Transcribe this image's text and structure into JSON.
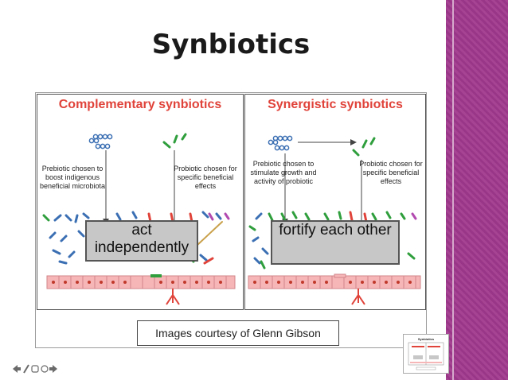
{
  "slide": {
    "title": "Synbiotics",
    "courtesy": "Images courtesy of Glenn Gibson",
    "thumbnail_title": "Synbiotics"
  },
  "panels": {
    "left": {
      "title": "Complementary synbiotics",
      "prebiotic_caption": "Prebiotic chosen to boost indigenous beneficial microbiota",
      "probiotic_caption": "Probiotic chosen for specific beneficial effects",
      "effect": "act independently"
    },
    "right": {
      "title": "Synergistic synbiotics",
      "prebiotic_caption": "Prebiotic chosen to stimulate growth and activity of probiotic",
      "probiotic_caption": "Probiotic chosen for specific beneficial effects",
      "effect": "fortify each other"
    }
  },
  "colors": {
    "accent_red": "#e0433a",
    "side_band": "#a0388c",
    "probiotic_green": "#2f9e3c",
    "bacteria_blue": "#3b6fb3",
    "epithelium": "#f6b6b8",
    "effect_box": "#c7c7c7"
  },
  "icons": {
    "prebiotic": "chain-of-rings-icon",
    "probiotic": "rod-bacteria-icon",
    "navigation": "slide-nav-icon"
  }
}
